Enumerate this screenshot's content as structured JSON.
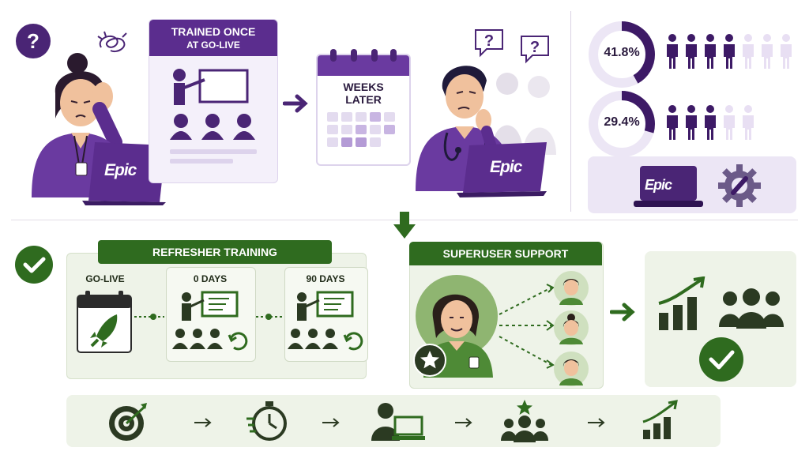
{
  "problem": {
    "trained_card": {
      "title": "TRAINED ONCE",
      "subtitle": "AT GO-LIVE"
    },
    "calendar_card": {
      "title": "WEEKS",
      "subtitle": "LATER"
    },
    "question_mark": "?",
    "laptop_brand": "Epic"
  },
  "stats": [
    {
      "value": "41.8%",
      "percent": 41.8,
      "filled_people": 4,
      "total_people": 7
    },
    {
      "value": "29.4%",
      "percent": 29.4,
      "filled_people": 3,
      "total_people": 5
    }
  ],
  "system_panel": {
    "laptop_brand": "Epic"
  },
  "refresher": {
    "header": "REFRESHER TRAINING",
    "steps": [
      {
        "label": "GO-LIVE"
      },
      {
        "label": "0 DAYS"
      },
      {
        "label": "90 DAYS"
      }
    ]
  },
  "superuser": {
    "header": "SUPERUSER SUPPORT"
  },
  "process_icons": [
    "target-icon",
    "stopwatch-icon",
    "computer-user-icon",
    "team-star-icon",
    "growth-chart-icon"
  ],
  "colors": {
    "purple": "#5b2d8e",
    "light_purple": "#ece6f5",
    "green": "#2f6b1f",
    "light_green": "#eef3e8",
    "skin": "#f0c19d"
  }
}
